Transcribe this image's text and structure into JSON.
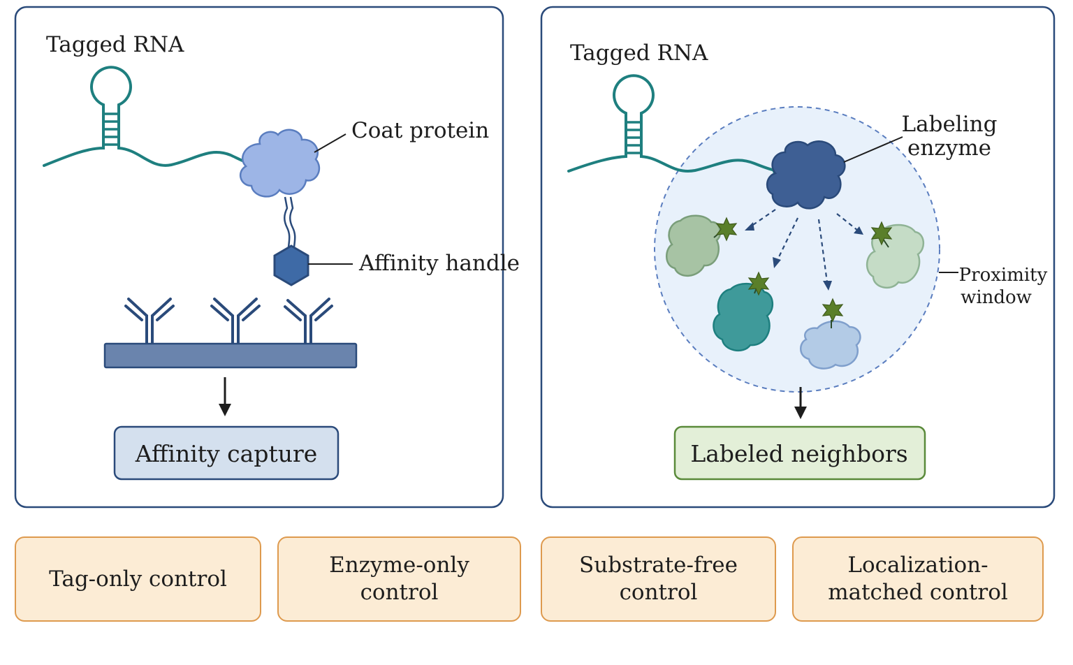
{
  "left_panel": {
    "title": "Tagged RNA",
    "coat_protein_label": "Coat protein",
    "affinity_handle_label": "Affinity handle",
    "result_label": "Affinity capture"
  },
  "right_panel": {
    "title": "Tagged RNA",
    "enzyme_label_line1": "Labeling",
    "enzyme_label_line2": "enzyme",
    "window_label_line1": "Proximity",
    "window_label_line2": "window",
    "result_label": "Labeled neighbors"
  },
  "controls": [
    {
      "label": "Tag-only control"
    },
    {
      "label": "Enzyme-only control"
    },
    {
      "label": "Substrate-free control"
    },
    {
      "label": "Localization-matched control"
    }
  ],
  "colors": {
    "panel_border": "#2a4a7a",
    "rna_strand": "#1e7f7f",
    "coat_protein": "#9db5e6",
    "labeling_enzyme": "#3e5f94",
    "capture_box_fill": "#d4e0ee",
    "neighbors_box_fill": "#e3efd8",
    "control_box_fill": "#fcecd5",
    "control_box_border": "#de9a4e",
    "label_star": "#5a7f2a"
  }
}
